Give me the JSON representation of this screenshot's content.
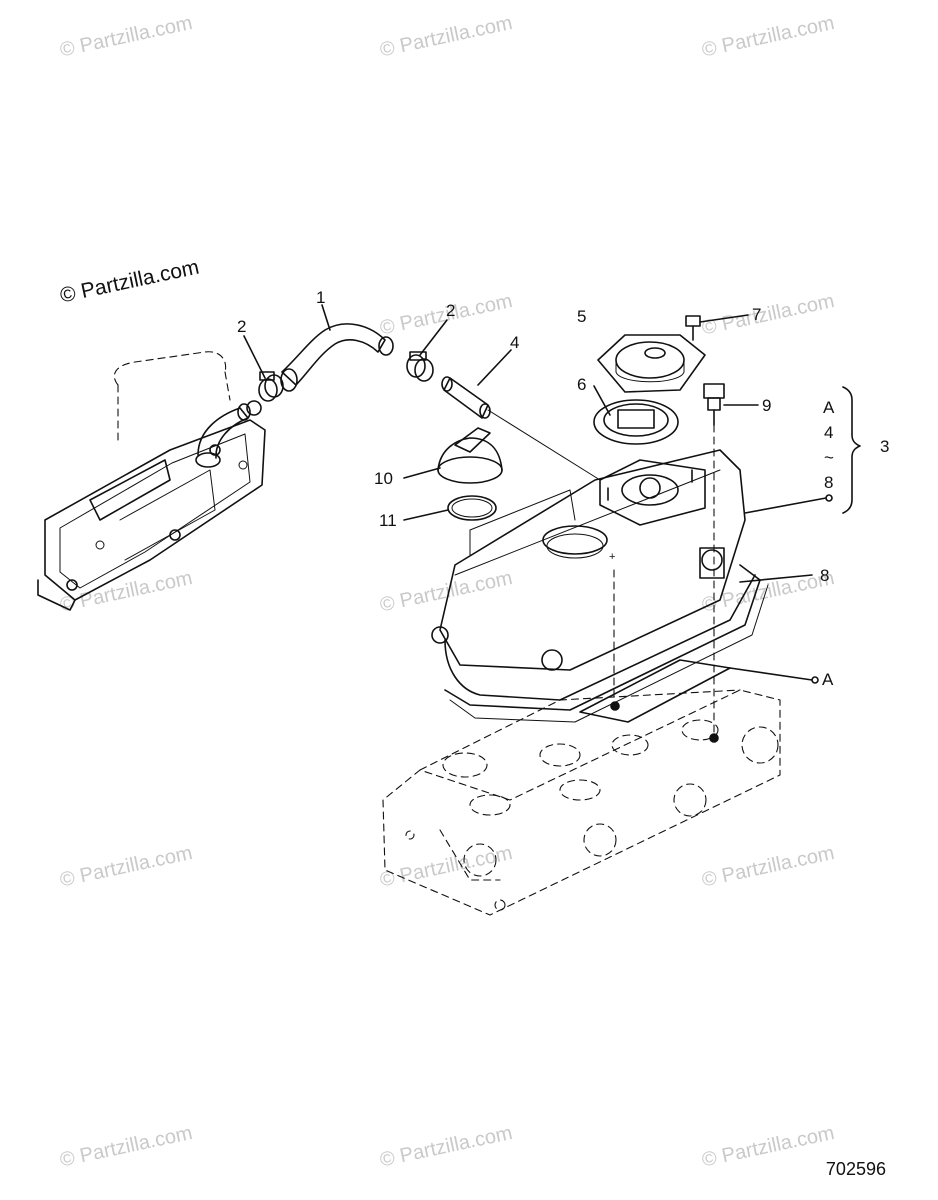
{
  "watermarks": {
    "text": "© Partzilla.com",
    "primary_text": "© Partzilla.com"
  },
  "callouts": [
    {
      "id": "c1",
      "label": "1"
    },
    {
      "id": "c2a",
      "label": "2"
    },
    {
      "id": "c2b",
      "label": "2"
    },
    {
      "id": "c4",
      "label": "4"
    },
    {
      "id": "c5",
      "label": "5"
    },
    {
      "id": "c6",
      "label": "6"
    },
    {
      "id": "c7",
      "label": "7"
    },
    {
      "id": "c9",
      "label": "9"
    },
    {
      "id": "c10",
      "label": "10"
    },
    {
      "id": "c11",
      "label": "11"
    },
    {
      "id": "c3",
      "label": "3"
    },
    {
      "id": "c8",
      "label": "8"
    },
    {
      "id": "cA",
      "label": "A"
    }
  ],
  "kit": {
    "items": [
      "A",
      "4",
      "~",
      "8"
    ]
  },
  "figure_number": "702596",
  "colors": {
    "line": "#111111",
    "watermark": "#c9c9c9",
    "background": "#ffffff"
  }
}
